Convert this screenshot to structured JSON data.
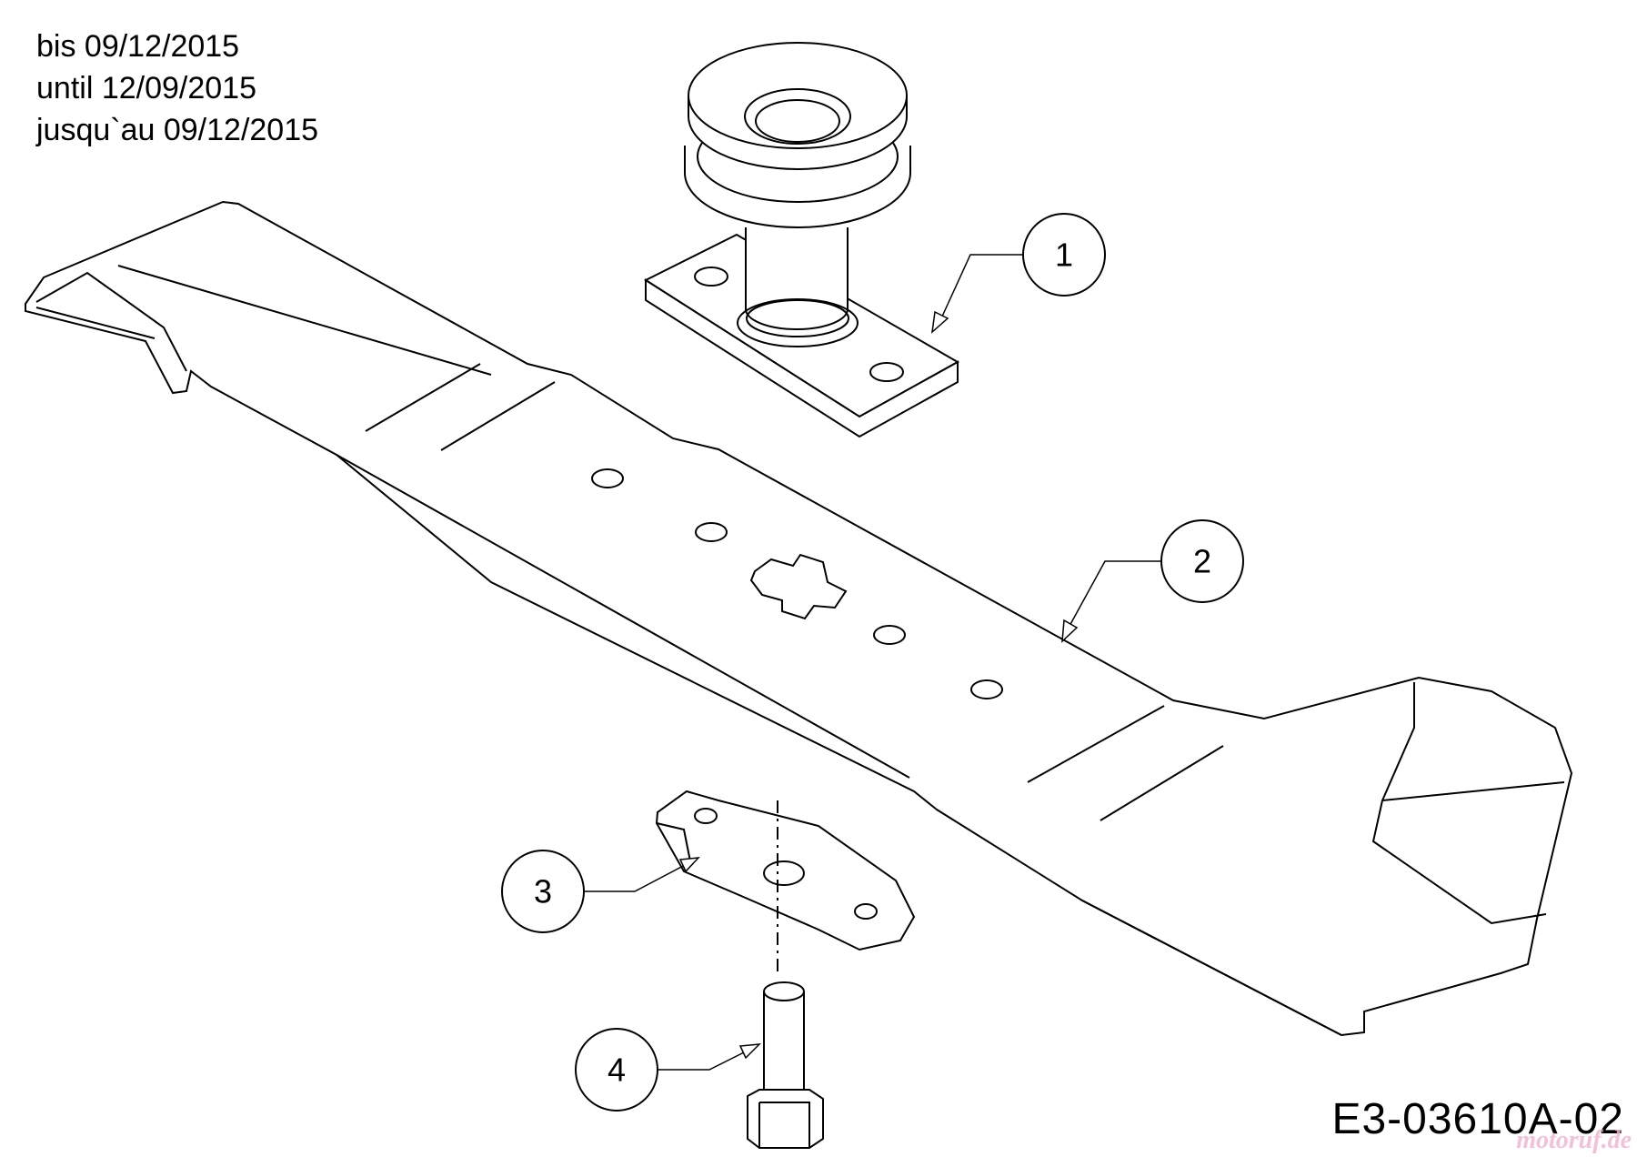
{
  "header": {
    "lines": [
      "bis 09/12/2015",
      "until 12/09/2015",
      "jusqu`au 09/12/2015"
    ]
  },
  "callouts": [
    {
      "number": "1",
      "part": "pulley-spindle"
    },
    {
      "number": "2",
      "part": "mower-blade"
    },
    {
      "number": "3",
      "part": "blade-adapter-plate"
    },
    {
      "number": "4",
      "part": "hex-bolt"
    }
  ],
  "footer": {
    "drawing_code": "E3-03610A-02",
    "watermark": "motoruf.de"
  }
}
